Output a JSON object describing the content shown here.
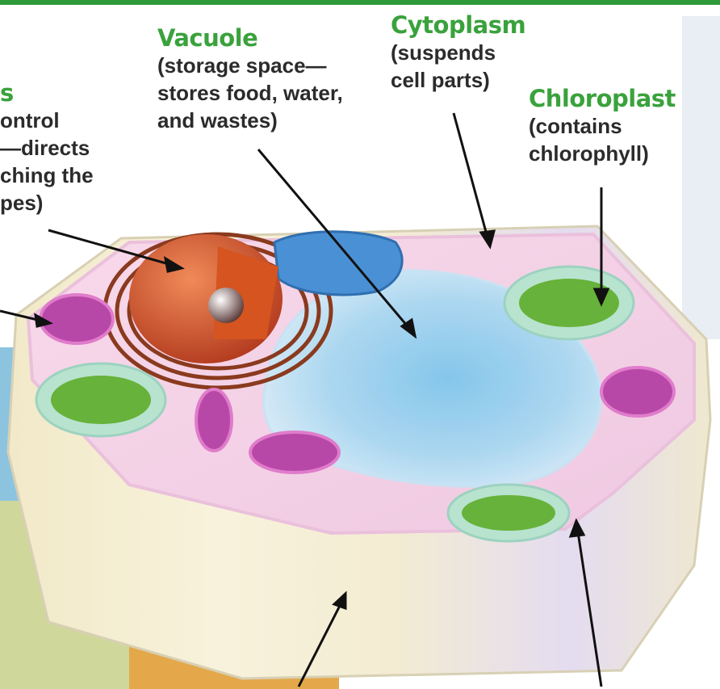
{
  "labels": {
    "nucleus": {
      "title": "s",
      "lines": [
        "ontrol",
        "—directs",
        "ching the",
        "pes)"
      ]
    },
    "vacuole": {
      "title": "Vacuole",
      "lines": [
        "(storage space—",
        "stores food, water,",
        "and wastes)"
      ]
    },
    "cytoplasm": {
      "title": "Cytoplasm",
      "lines": [
        "(suspends",
        "cell parts)"
      ]
    },
    "chloroplast": {
      "title": "Chloroplast",
      "lines": [
        "(contains",
        "chlorophyll)"
      ]
    }
  },
  "colors": {
    "label_title": "#3aa23c",
    "label_text": "#2b2b2b",
    "top_bar": "#2e9a3a"
  }
}
